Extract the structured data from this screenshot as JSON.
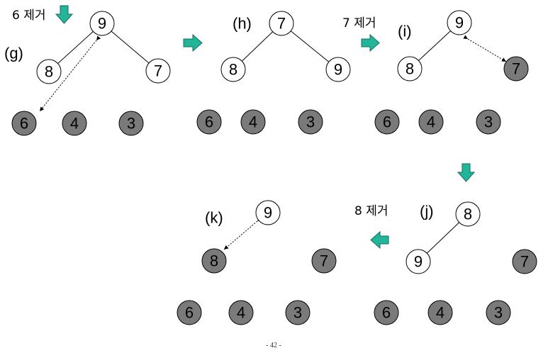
{
  "panels": {
    "g": {
      "label": "(g)",
      "remove_label": "6 제거",
      "root": "9",
      "left": "8",
      "right": "7",
      "removed": [
        "6",
        "4",
        "3"
      ]
    },
    "h": {
      "label": "(h)",
      "root": "7",
      "left": "8",
      "right": "9",
      "removed": [
        "6",
        "4",
        "3"
      ]
    },
    "i": {
      "label": "(i)",
      "remove_label": "7 제거",
      "root": "9",
      "left": "8",
      "right": "7",
      "removed": [
        "6",
        "4",
        "3"
      ]
    },
    "j": {
      "label": "(j)",
      "remove_label": "8 제거",
      "root": "8",
      "left": "9",
      "right": "7",
      "removed": [
        "6",
        "4",
        "3"
      ]
    },
    "k": {
      "label": "(k)",
      "root": "9",
      "left": "8",
      "right": "7",
      "removed": [
        "6",
        "4",
        "3"
      ]
    }
  },
  "page_number": "- 42 -",
  "colors": {
    "node_fill_white": "#ffffff",
    "node_fill_gray": "#7a7a7a",
    "arrow_fill": "#22b59a",
    "arrow_stroke": "#0f6f5c"
  }
}
